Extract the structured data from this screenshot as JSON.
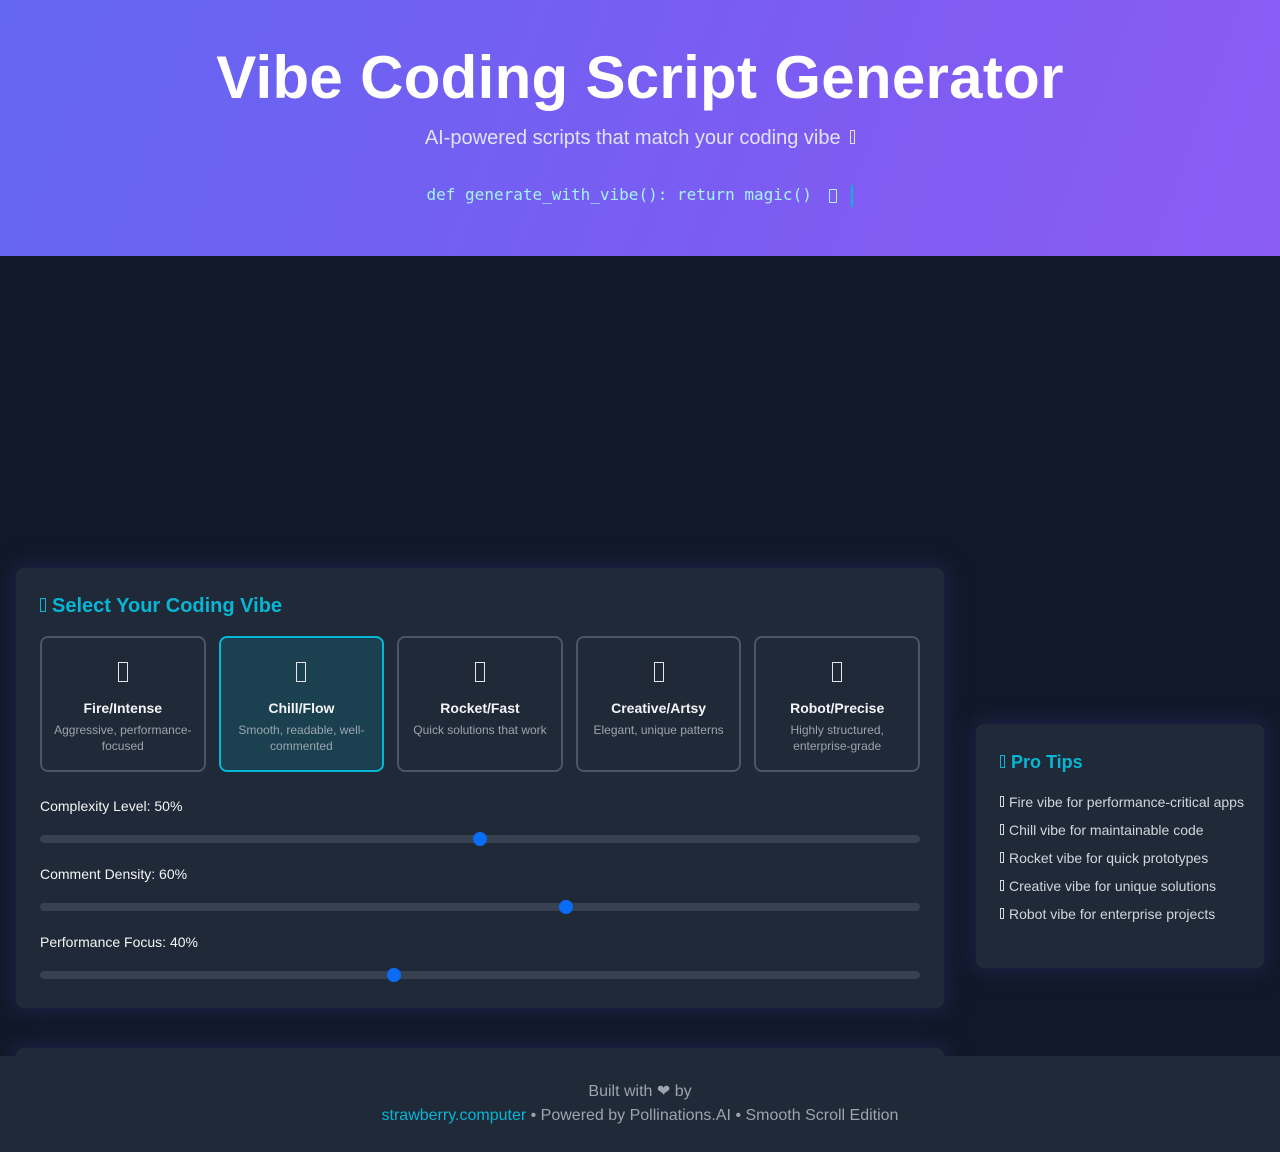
{
  "header": {
    "title": "Vibe Coding Script Generator",
    "subtitle": "AI-powered scripts that match your coding vibe",
    "code_line": "def generate_with_vibe(): return magic()",
    "gradient_start": "#6366f1",
    "gradient_end": "#8b5cf6"
  },
  "vibe_selector": {
    "title": "Select Your Coding Vibe",
    "title_icon": "sparkle-icon",
    "selected_index": 1,
    "options": [
      {
        "icon": "fire-icon",
        "name": "Fire/Intense",
        "description": "Aggressive, performance-focused"
      },
      {
        "icon": "wave-icon",
        "name": "Chill/Flow",
        "description": "Smooth, readable, well-commented"
      },
      {
        "icon": "rocket-icon",
        "name": "Rocket/Fast",
        "description": "Quick solutions that work"
      },
      {
        "icon": "palette-icon",
        "name": "Creative/Artsy",
        "description": "Elegant, unique patterns"
      },
      {
        "icon": "robot-icon",
        "name": "Robot/Precise",
        "description": "Highly structured, enterprise-grade"
      }
    ]
  },
  "sliders": [
    {
      "label": "Complexity Level: 50%",
      "value": 50
    },
    {
      "label": "Comment Density: 60%",
      "value": 60
    },
    {
      "label": "Performance Focus: 40%",
      "value": 40
    }
  ],
  "pro_tips": {
    "title": "Pro Tips",
    "title_icon": "lightbulb-icon",
    "items": [
      "Fire vibe for performance-critical apps",
      "Chill vibe for maintainable code",
      "Rocket vibe for quick prototypes",
      "Creative vibe for unique solutions",
      "Robot vibe for enterprise projects"
    ]
  },
  "footer": {
    "built_with": "Built with ❤ by",
    "link_text": "strawberry.computer",
    "rest": " • Powered by Pollinations.AI • Smooth Scroll Edition"
  },
  "colors": {
    "accent": "#06b6d4",
    "slider_thumb": "#0a6cf5",
    "background": "#111827",
    "panel": "#1f2937"
  }
}
